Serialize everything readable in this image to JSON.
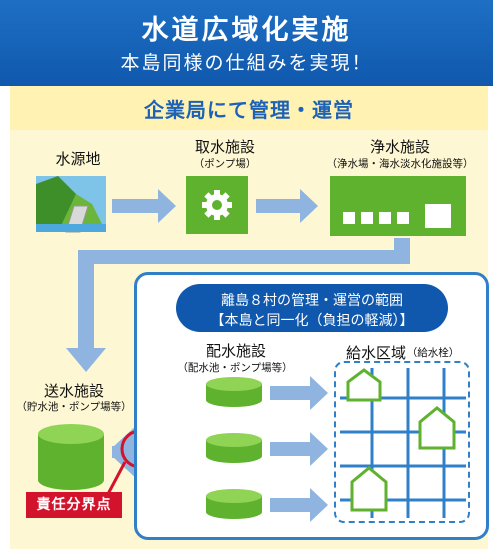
{
  "header": {
    "title": "水道広域化実施",
    "subtitle": "本島同様の仕組みを実現！"
  },
  "band": {
    "title": "企業局にて管理・運営"
  },
  "nodes": {
    "source": {
      "label": "水源地"
    },
    "intake": {
      "label": "取水施設",
      "sub": "（ポンプ場）"
    },
    "purification": {
      "label": "浄水施設",
      "sub": "（浄水場・海水淡水化施設等）"
    },
    "transmission": {
      "label": "送水施設",
      "sub": "（貯水池・ポンプ場等）"
    },
    "distribution": {
      "label": "配水施設",
      "sub": "（配水池・ポンプ場等）"
    },
    "supply": {
      "label": "給水区域",
      "sub": "（給水栓）"
    }
  },
  "scope": {
    "line1": "離島８村の管理・運営の範囲",
    "line2": "【本島と同一化（負担の軽減）】"
  },
  "boundary": {
    "label": "責任分界点"
  },
  "colors": {
    "blue": "#0f58ad",
    "arrow": "#8fb4e0",
    "green": "#5fb22e",
    "yellow": "#fdf7d3",
    "red": "#d3122c"
  }
}
